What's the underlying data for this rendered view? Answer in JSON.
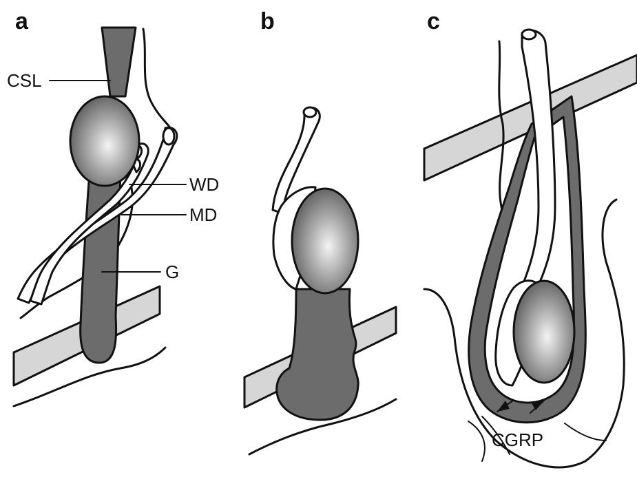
{
  "panels": [
    {
      "letter": "a",
      "labels": [
        "CSL",
        "WD",
        "MD",
        "G"
      ]
    },
    {
      "letter": "b",
      "labels": []
    },
    {
      "letter": "c",
      "labels": [
        "CGRP"
      ]
    }
  ]
}
